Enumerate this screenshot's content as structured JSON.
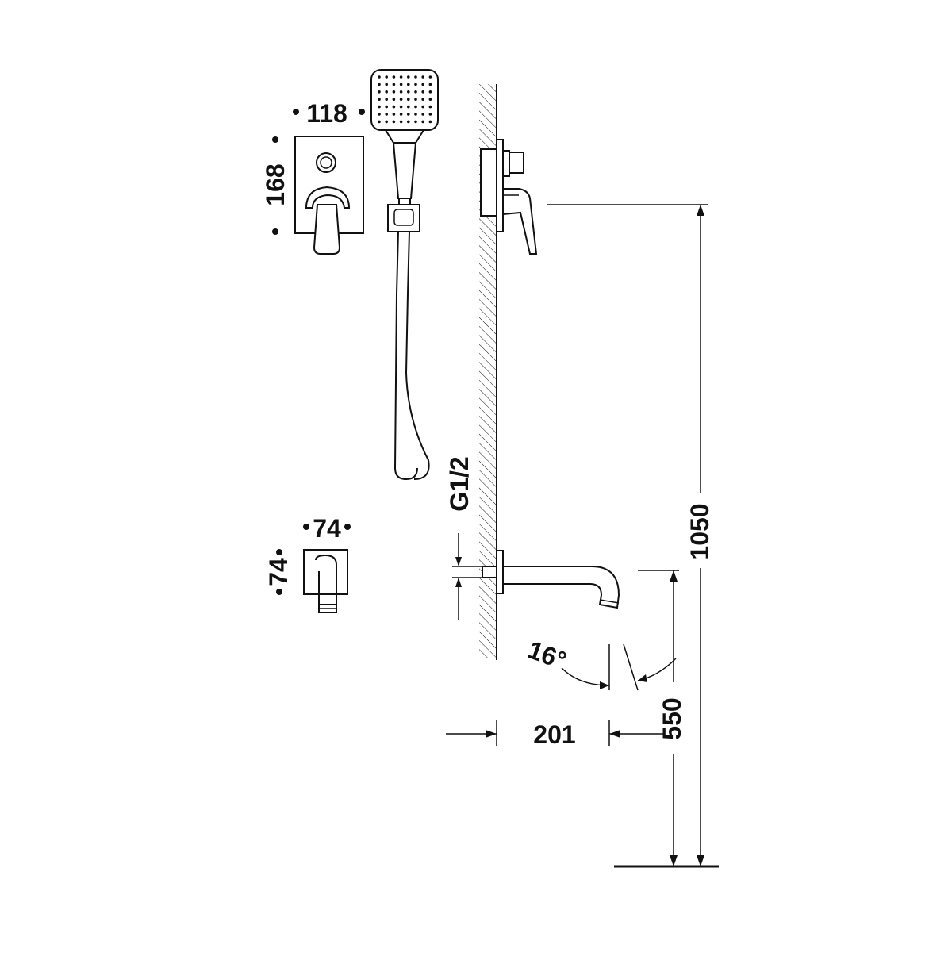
{
  "dimensions": {
    "mixer_width": "118",
    "mixer_height": "168",
    "spout_plate_width": "74",
    "spout_plate_height": "74",
    "connection": "G1/2",
    "spout_angle": "16°",
    "spout_projection": "201",
    "spout_height": "550",
    "mixer_height_from_floor": "1050"
  }
}
